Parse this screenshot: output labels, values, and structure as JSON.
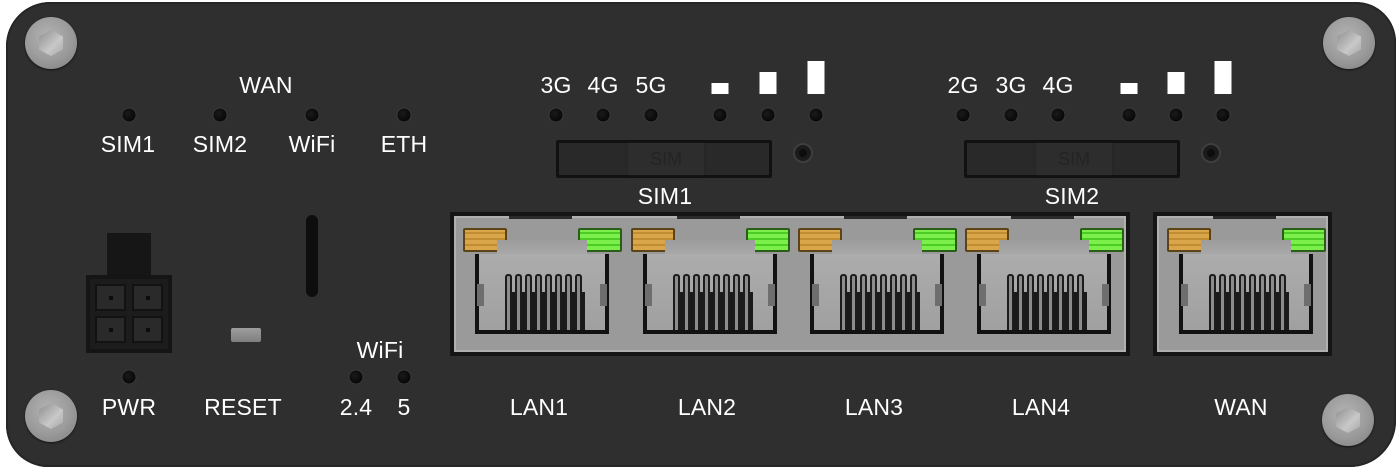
{
  "device": {
    "type": "router-front-panel",
    "panel_color": "#2f2f2f",
    "label_color": "#ffffff"
  },
  "wan_status": {
    "group_label": "WAN",
    "leds": [
      {
        "label": "SIM1"
      },
      {
        "label": "SIM2"
      },
      {
        "label": "WiFi"
      },
      {
        "label": "ETH"
      }
    ]
  },
  "sim1": {
    "tray_label": "SIM1",
    "tray_imprint": "SIM",
    "network_leds": [
      {
        "label": "3G"
      },
      {
        "label": "4G"
      },
      {
        "label": "5G"
      }
    ],
    "signal_leds": [
      {
        "level": 1
      },
      {
        "level": 2
      },
      {
        "level": 3
      }
    ]
  },
  "sim2": {
    "tray_label": "SIM2",
    "tray_imprint": "SIM",
    "network_leds": [
      {
        "label": "2G"
      },
      {
        "label": "3G"
      },
      {
        "label": "4G"
      }
    ],
    "signal_leds": [
      {
        "level": 1
      },
      {
        "level": 2
      },
      {
        "level": 3
      }
    ]
  },
  "power": {
    "label": "PWR"
  },
  "reset": {
    "label": "RESET"
  },
  "wifi": {
    "group_label": "WiFi",
    "bands": [
      {
        "label": "2.4"
      },
      {
        "label": "5"
      }
    ]
  },
  "ethernet": {
    "lan_ports": [
      {
        "label": "LAN1"
      },
      {
        "label": "LAN2"
      },
      {
        "label": "LAN3"
      },
      {
        "label": "LAN4"
      }
    ],
    "wan_port": {
      "label": "WAN"
    },
    "link_led_colors": {
      "activity": "#d9a64a",
      "link": "#7cf04a"
    }
  }
}
